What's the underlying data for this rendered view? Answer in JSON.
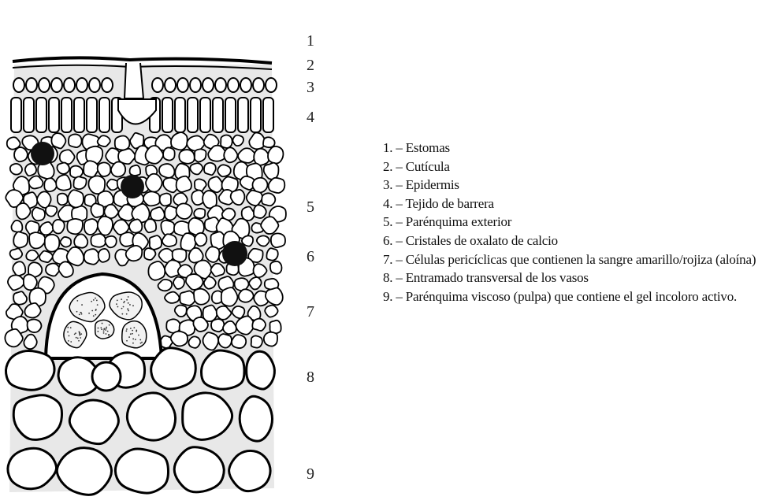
{
  "diagram": {
    "layer_numbers": [
      "1",
      "2",
      "3",
      "4",
      "5",
      "6",
      "7",
      "8",
      "9"
    ],
    "legend": [
      "1. – Estomas",
      "2. – Cutícula",
      "3. – Epidermis",
      "4. – Tejido de barrera",
      "5. – Parénquima exterior",
      "6. – Cristales de oxalato de calcio",
      "7. – Células pericíclicas que contienen la sangre amarillo/rojiza (aloína)",
      "8. – Entramado transversal de los vasos",
      "9. – Parénquima viscoso (pulpa) que contiene el gel incoloro activo."
    ]
  }
}
